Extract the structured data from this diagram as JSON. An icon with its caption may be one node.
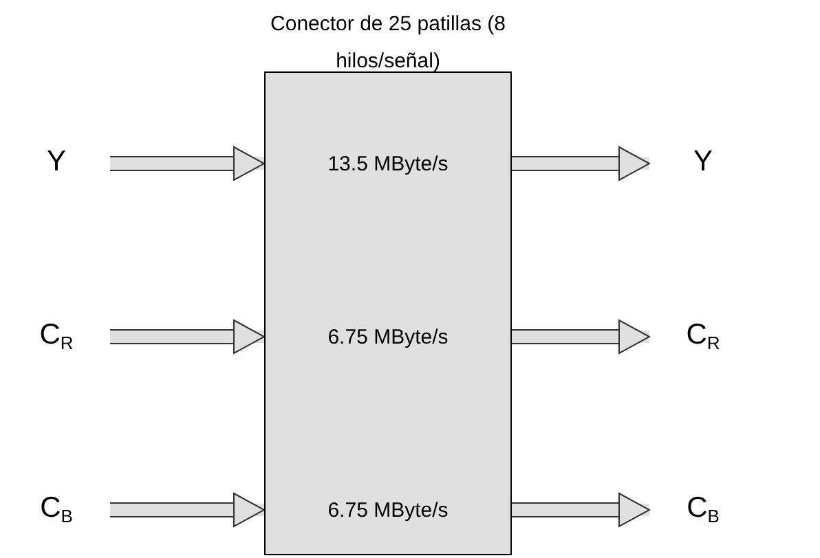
{
  "diagram": {
    "nodes": [
      {
        "text": [
          "Conector de 25 patillas (8 hilos/señal)",
          "13.5 MByte/s",
          "6.75 MByte/s",
          "6.75 MByte/s"
        ]
      },
      {
        "text": [
          "Y"
        ]
      },
      {
        "text": [
          "Y"
        ]
      },
      {
        "text": [
          "C$_{R}$"
        ]
      },
      {
        "text": [
          "C$_{R}$"
        ]
      },
      {
        "text": [
          "C$_{B}$"
        ]
      },
      {
        "text": [
          "C$_{B}$"
        ]
      }
    ],
    "edges": [
      {
        "from": 1,
        "to": 0,
        "arrow": "to"
      },
      {
        "from": 0,
        "to": 2,
        "arrow": "to"
      },
      {
        "from": 3,
        "to": 0,
        "arrow": "to"
      },
      {
        "from": 0,
        "to": 4,
        "arrow": "to"
      },
      {
        "from": 5,
        "to": 0,
        "arrow": "to"
      },
      {
        "from": 0,
        "to": 6,
        "arrow": "to"
      }
    ]
  }
}
